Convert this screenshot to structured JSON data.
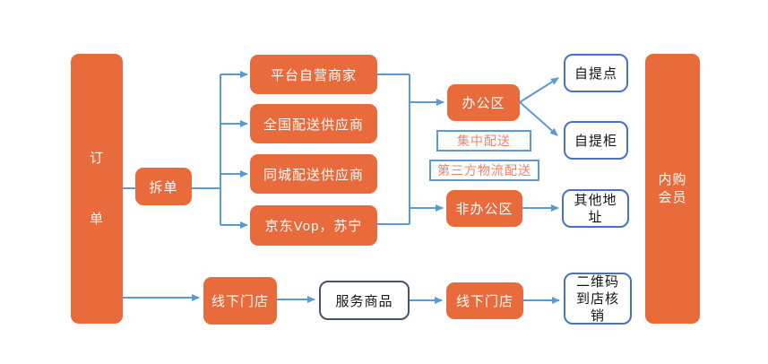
{
  "diagram_type": "flowchart",
  "colors": {
    "node_fill_orange": "#E96A3B",
    "connector_blue": "#5B9BD5",
    "outline_border_blue": "#4472C4",
    "service_border_slate": "#44546A",
    "tag_text_salmon": "#F0826C",
    "outline_text": "#141414",
    "node_text_white": "#FFFFFF"
  },
  "nodes": {
    "order": {
      "char1": "订",
      "char2": "单"
    },
    "split": {
      "label": "拆单"
    },
    "supplier_platform": {
      "label": "平台自营商家"
    },
    "supplier_national": {
      "label": "全国配送供应商"
    },
    "supplier_city": {
      "label": "同城配送供应商"
    },
    "supplier_jd": {
      "label": "京东Vop，苏宁"
    },
    "office": {
      "label": "办公区"
    },
    "non_office": {
      "label": "非办公区"
    },
    "tag_central": {
      "label": "集中配送"
    },
    "tag_thirdparty": {
      "label": "第三方物流配送"
    },
    "pickup_point": {
      "label": "自提点"
    },
    "pickup_locker": {
      "label": "自提柜"
    },
    "other_address": {
      "label": "其他地址"
    },
    "member": {
      "line1": "内购",
      "line2": "会员"
    },
    "offline_store_1": {
      "label": "线下门店"
    },
    "service_goods": {
      "label": "服务商品"
    },
    "offline_store_2": {
      "label": "线下门店"
    },
    "qr_verify": {
      "label": "二维码到店核销"
    }
  }
}
